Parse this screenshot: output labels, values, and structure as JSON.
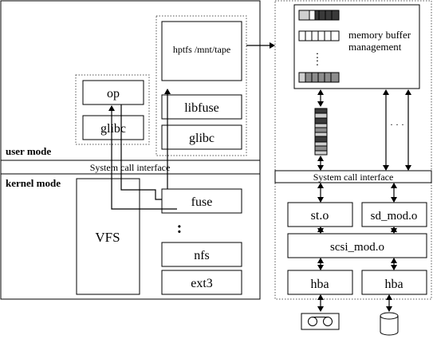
{
  "left_panel": {
    "user_mode_label": "user mode",
    "syscall_label": "System call interface",
    "kernel_mode_label": "kernel mode",
    "op_label": "op",
    "glibc_left_label": "glibc",
    "hptfs_label": "hptfs /mnt/tape",
    "libfuse_label": "libfuse",
    "glibc_right_label": "glibc",
    "vfs_label": "VFS",
    "fuse_label": "fuse",
    "ellipsis_label": ":",
    "nfs_label": "nfs",
    "ext3_label": "ext3"
  },
  "right_panel": {
    "memory_label_line1": "memory buffer",
    "memory_label_line2": "management",
    "ellipsis_vertical": ":",
    "ellipsis_horizontal": "· · ·",
    "syscall_label": "System call interface",
    "st_label": "st.o",
    "sd_label": "sd_mod.o",
    "scsi_label": "scsi_mod.o",
    "hba_left_label": "hba",
    "hba_right_label": "hba"
  },
  "colors": {
    "line": "#000000",
    "dashed_border": "#555555",
    "buffer_dark": "#3a3a3a",
    "buffer_mid": "#8c8c8c",
    "buffer_light": "#cfcfcf",
    "background": "#ffffff"
  }
}
